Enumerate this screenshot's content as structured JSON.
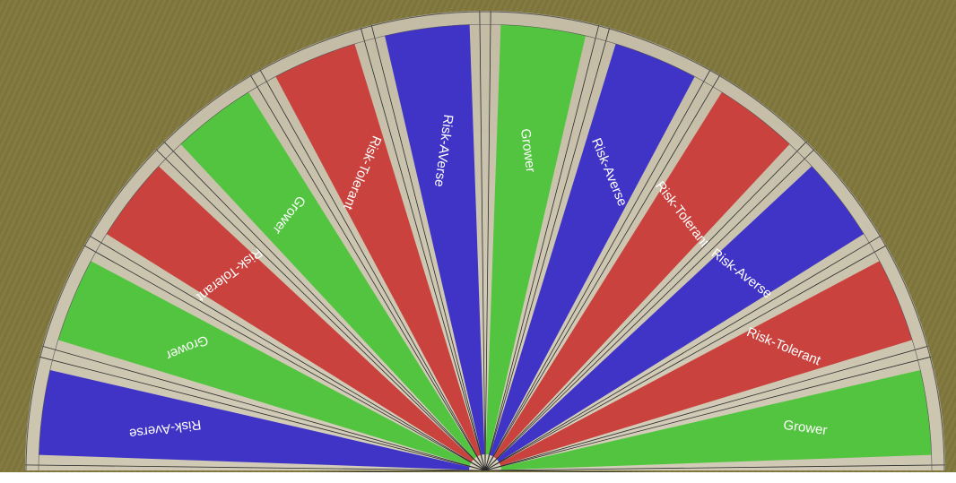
{
  "diagram": {
    "background": "aerial farmland with center-pivot irrigation field",
    "colors": {
      "Risk-Averse": "#3f34c6",
      "Risk-Tolerant": "#c9423d",
      "Grower": "#52c43f",
      "path": "#c9c2ae",
      "field_dark": "#6e6a34",
      "field_light": "#9b8f52"
    },
    "sectors": [
      {
        "label": "Risk-Averse",
        "type": "Risk-Averse"
      },
      {
        "label": "Grower",
        "type": "Grower"
      },
      {
        "label": "Risk-Tolerant",
        "type": "Risk-Tolerant"
      },
      {
        "label": "Grower",
        "type": "Grower"
      },
      {
        "label": "Risk-Tolerant",
        "type": "Risk-Tolerant"
      },
      {
        "label": "Risk-AVerse",
        "type": "Risk-Averse"
      },
      {
        "label": "Grower",
        "type": "Grower"
      },
      {
        "label": "Risk-Averse",
        "type": "Risk-Averse"
      },
      {
        "label": "Risk-Tolerant",
        "type": "Risk-Tolerant"
      },
      {
        "label": "Risk-Averse",
        "type": "Risk-Averse"
      },
      {
        "label": "Risk-Tolerant",
        "type": "Risk-Tolerant"
      },
      {
        "label": "Grower",
        "type": "Grower"
      }
    ]
  }
}
